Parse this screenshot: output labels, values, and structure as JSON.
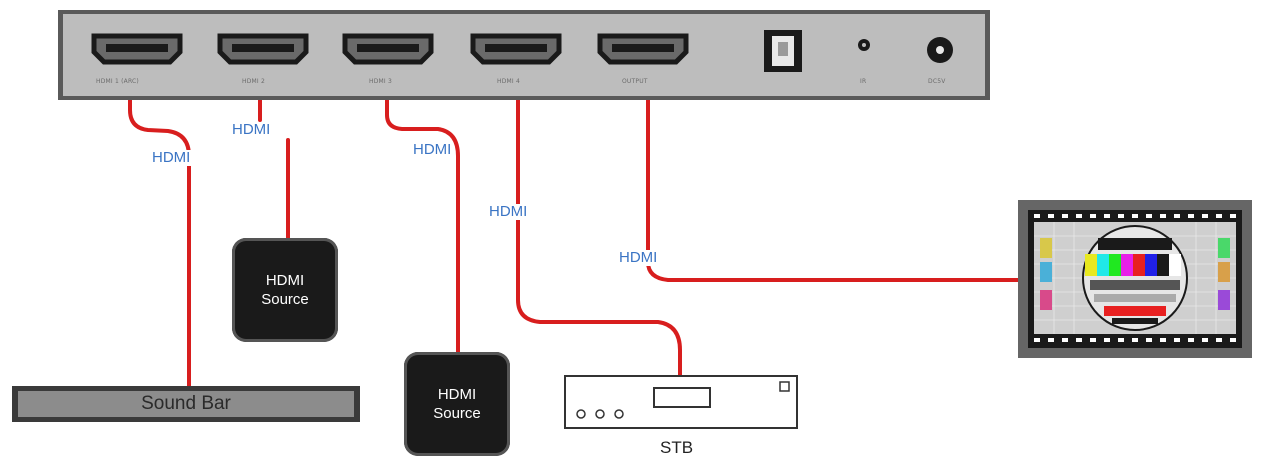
{
  "switch": {
    "ports": [
      "HDMI 1 (ARC)",
      "HDMI 2",
      "HDMI 3",
      "HDMI 4",
      "OUTPUT"
    ],
    "optical_label": "",
    "ir_label": "IR",
    "power_label": "DC5V"
  },
  "cables": {
    "label": "HDMI"
  },
  "devices": {
    "source1_line1": "HDMI",
    "source1_line2": "Source",
    "source2_line1": "HDMI",
    "source2_line2": "Source",
    "soundbar": "Sound Bar",
    "stb": "STB"
  },
  "colors": {
    "cable": "#d81e1e",
    "label": "#3a74c4",
    "device": "#1a1a1a"
  }
}
